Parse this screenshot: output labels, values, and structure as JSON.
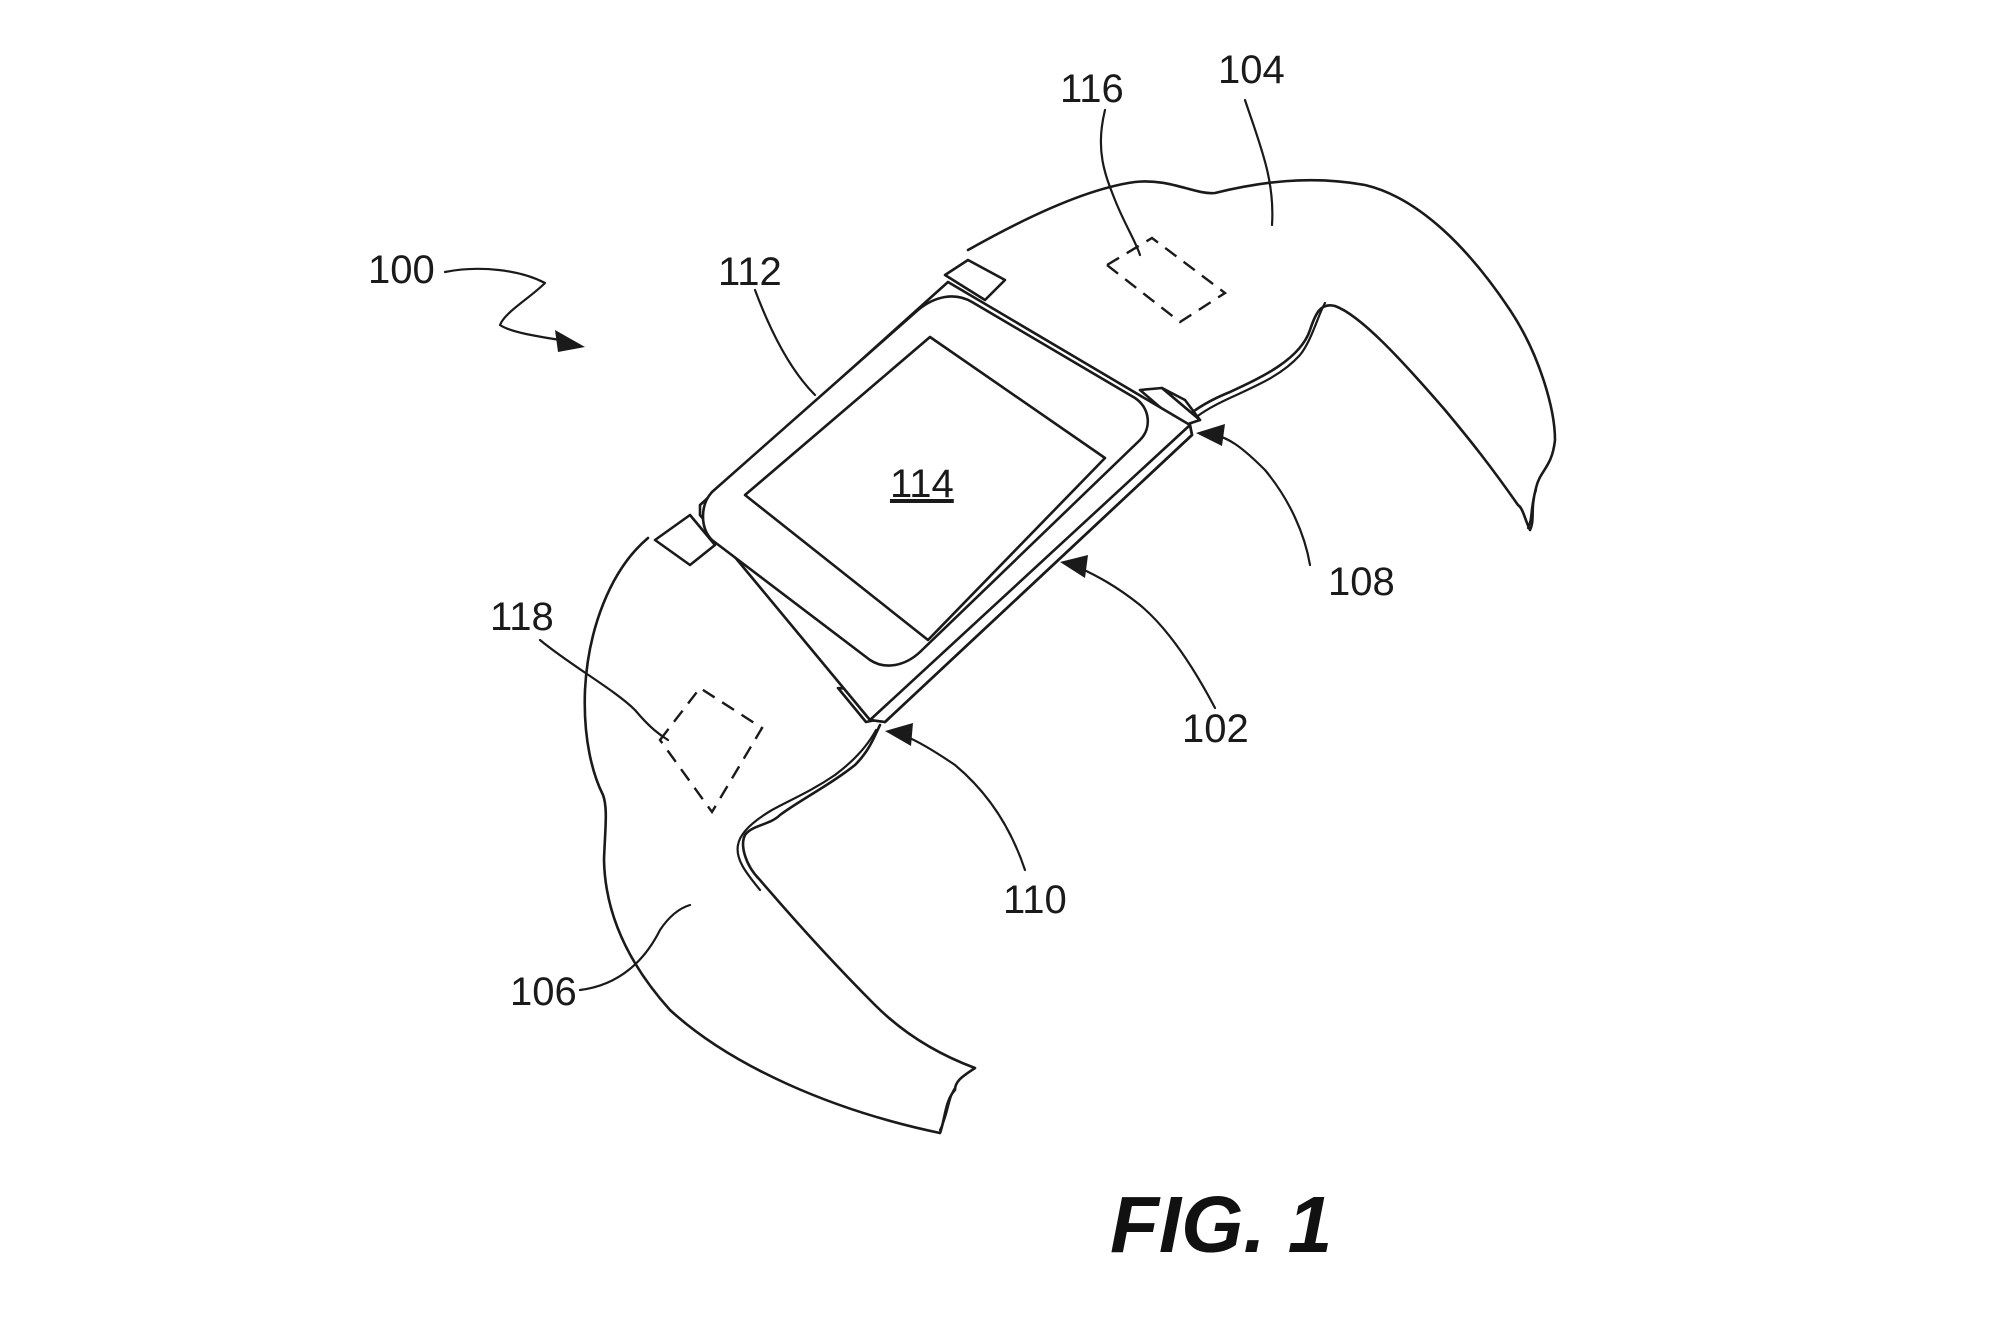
{
  "figure": {
    "caption": "FIG. 1",
    "reference_numerals": {
      "r100": "100",
      "r102": "102",
      "r104": "104",
      "r106": "106",
      "r108": "108",
      "r110": "110",
      "r112": "112",
      "r114": "114",
      "r116": "116",
      "r118": "118"
    },
    "line_color": "#1a1a1a",
    "background": "#ffffff"
  }
}
